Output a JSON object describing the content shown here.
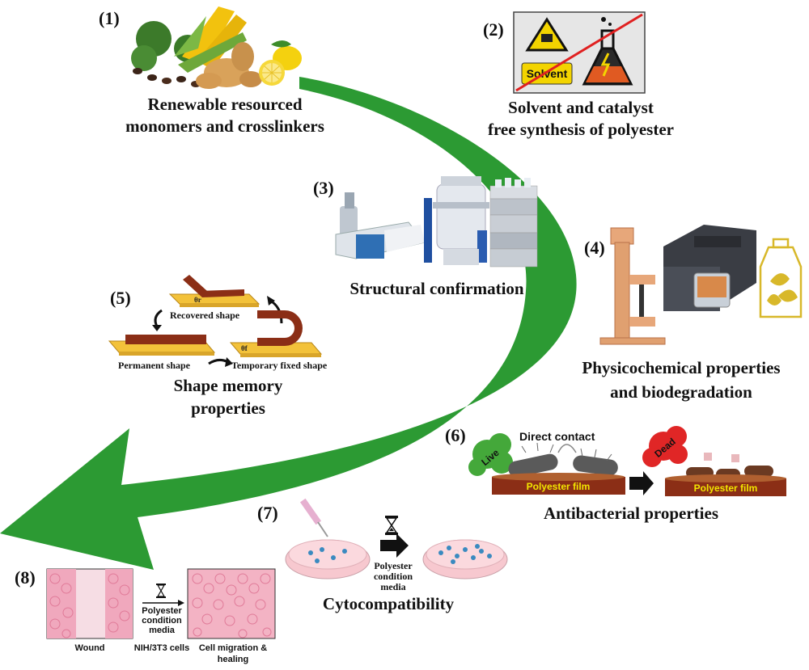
{
  "steps": {
    "s1": {
      "number": "(1)",
      "line1": "Renewable resourced",
      "line2": "monomers and crosslinkers"
    },
    "s2": {
      "number": "(2)",
      "line1": "Solvent and catalyst",
      "line2": "free synthesis of polyester",
      "sign_label": "Solvent"
    },
    "s3": {
      "number": "(3)",
      "title": "Structural confirmation"
    },
    "s4": {
      "number": "(4)",
      "line1": "Physicochemical properties",
      "line2": "and biodegradation"
    },
    "s5": {
      "number": "(5)",
      "line1": "Shape memory",
      "line2": "properties",
      "recovered": "Recovered shape",
      "permanent": "Permanent shape",
      "temporary": "Temporary fixed shape",
      "theta_r": "θr",
      "theta_f": "θf"
    },
    "s6": {
      "number": "(6)",
      "title": "Antibacterial properties",
      "direct_contact": "Direct contact",
      "film_label": "Polyester film",
      "live": "Live",
      "dead": "Dead"
    },
    "s7": {
      "number": "(7)",
      "title": "Cytocompatibility",
      "media_l1": "Polyester",
      "media_l2": "condition",
      "media_l3": "media"
    },
    "s8": {
      "number": "(8)",
      "wound": "Wound",
      "cells": "NIH/3T3 cells",
      "migration_l1": "Cell migration &",
      "migration_l2": "healing",
      "media_l1": "Polyester",
      "media_l2": "condition",
      "media_l3": "media"
    }
  },
  "colors": {
    "arrow": "#2c9a33",
    "film": "#8b2e16",
    "wood": "#e0a070",
    "yellow_plate": "#f3c23a",
    "dish_pink": "#f7c8cf"
  },
  "icons": [
    "corn-icon",
    "ginger-icon",
    "lemon-icon",
    "solvent-hazard-icon",
    "flask-icon",
    "spectrometer-icon",
    "nmr-icon",
    "hplc-icon",
    "tensile-tester-icon",
    "thermal-analyzer-icon",
    "bio-bottle-icon",
    "hourglass-icon",
    "pipette-icon",
    "petri-dish-icon",
    "bacteria-icon"
  ]
}
